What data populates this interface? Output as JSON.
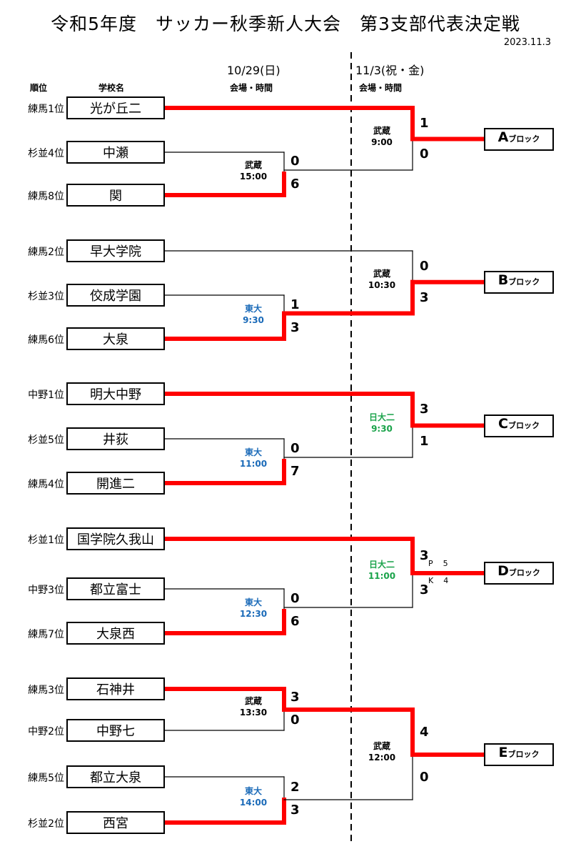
{
  "title": "令和5年度　サッカー秋季新人大会　第3支部代表決定戦",
  "date": "2023.11.3",
  "headers": {
    "rank": "順位",
    "school": "学校名",
    "day1": "10/29(日)",
    "day2": "11/3(祝・金)",
    "venue_time1": "会場・時間",
    "venue_time2": "会場・時間"
  },
  "teams": [
    {
      "rank": "練馬1位",
      "name": "光が丘二"
    },
    {
      "rank": "杉並4位",
      "name": "中瀬"
    },
    {
      "rank": "練馬8位",
      "name": "関"
    },
    {
      "rank": "練馬2位",
      "name": "早大学院"
    },
    {
      "rank": "杉並3位",
      "name": "佼成学園"
    },
    {
      "rank": "練馬6位",
      "name": "大泉"
    },
    {
      "rank": "中野1位",
      "name": "明大中野"
    },
    {
      "rank": "杉並5位",
      "name": "井荻"
    },
    {
      "rank": "練馬4位",
      "name": "開進二"
    },
    {
      "rank": "杉並1位",
      "name": "国学院久我山"
    },
    {
      "rank": "中野3位",
      "name": "都立富士"
    },
    {
      "rank": "練馬7位",
      "name": "大泉西"
    },
    {
      "rank": "練馬3位",
      "name": "石神井"
    },
    {
      "rank": "中野2位",
      "name": "中野七"
    },
    {
      "rank": "練馬5位",
      "name": "都立大泉"
    },
    {
      "rank": "杉並2位",
      "name": "西宮"
    }
  ],
  "round1": [
    {
      "venue": "武蔵",
      "time": "15:00",
      "color": "#000000",
      "scores": [
        "0",
        "6"
      ]
    },
    {
      "venue": "東大",
      "time": "9:30",
      "color": "#1a6ab8",
      "scores": [
        "1",
        "3"
      ]
    },
    {
      "venue": "東大",
      "time": "11:00",
      "color": "#1a6ab8",
      "scores": [
        "0",
        "7"
      ]
    },
    {
      "venue": "東大",
      "time": "12:30",
      "color": "#1a6ab8",
      "scores": [
        "0",
        "6"
      ]
    },
    {
      "venue": "武蔵",
      "time": "13:30",
      "color": "#000000",
      "scores": [
        "3",
        "0"
      ]
    },
    {
      "venue": "東大",
      "time": "14:00",
      "color": "#1a6ab8",
      "scores": [
        "2",
        "3"
      ]
    }
  ],
  "round2": [
    {
      "venue": "武蔵",
      "time": "9:00",
      "color": "#000000",
      "scores": [
        "1",
        "0"
      ],
      "block": "A",
      "suffix": "ブロック"
    },
    {
      "venue": "武蔵",
      "time": "10:30",
      "color": "#000000",
      "scores": [
        "0",
        "3"
      ],
      "block": "B",
      "suffix": "ブロック"
    },
    {
      "venue": "日大二",
      "time": "9:30",
      "color": "#1aa34a",
      "scores": [
        "3",
        "1"
      ],
      "block": "C",
      "suffix": "ブロック"
    },
    {
      "venue": "日大二",
      "time": "11:00",
      "color": "#1aa34a",
      "scores": [
        "3",
        "3"
      ],
      "block": "D",
      "suffix": "ブロック",
      "pk": [
        "P",
        "5",
        "K",
        "4"
      ]
    },
    {
      "venue": "武蔵",
      "time": "12:00",
      "color": "#000000",
      "scores": [
        "4",
        "0"
      ],
      "block": "E",
      "suffix": "ブロック"
    }
  ],
  "colors": {
    "winner_line": "#ff0000",
    "loser_line": "#000000"
  }
}
